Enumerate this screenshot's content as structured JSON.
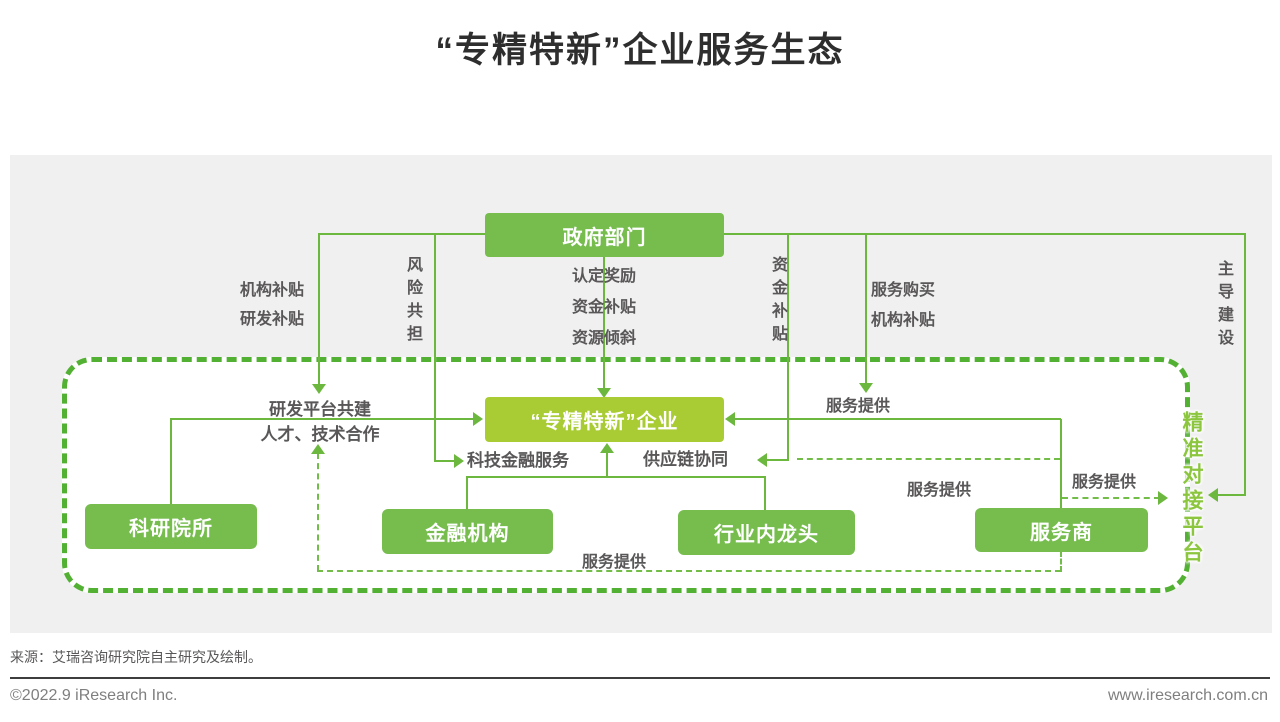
{
  "title": "“专精特新”企业服务生态",
  "colors": {
    "green-box": "#76bd4e",
    "green-ent": "#a9cc35",
    "line": "#6cb83e",
    "dash-line": "#72bd48",
    "dash-border": "#52b033",
    "label": "#595757",
    "platform-text": "#8cc63f",
    "band": "#f0f0f0"
  },
  "nodes": {
    "government": "政府部门",
    "enterprise": "“专精特新”企业",
    "research": "科研院所",
    "finance": "金融机构",
    "leader": "行业内龙头",
    "provider": "服务商",
    "platform": "精准对接平台"
  },
  "labels": {
    "gov_left_1": "机构补贴",
    "gov_left_2": "研发补贴",
    "risk": "风险共担",
    "gov_center_1": "认定奖励",
    "gov_center_2": "资金补贴",
    "gov_center_3": "资源倾斜",
    "fund": "资金补贴",
    "buy_1": "服务购买",
    "buy_2": "机构补贴",
    "lead": "主导建设",
    "rd_1": "研发平台共建",
    "rd_2": "人才、技术合作",
    "techfin": "科技金融服务",
    "supply": "供应链协同",
    "service": "服务提供"
  },
  "footer": {
    "source": "来源：艾瑞咨询研究院自主研究及绘制。",
    "copyright": "©2022.9 iResearch Inc.",
    "website": "www.iresearch.com.cn"
  }
}
